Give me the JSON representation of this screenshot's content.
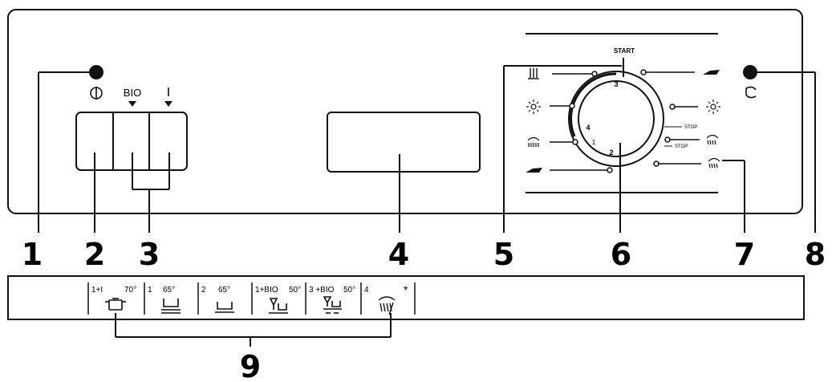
{
  "panel": {
    "power_symbol": "⏀",
    "bio_label": "BIO",
    "one_label": "I",
    "start_label": "START",
    "stop_label_1": "STOP",
    "stop_label_2": "STOP",
    "dial_marks": [
      "3",
      "4",
      "1",
      "2"
    ]
  },
  "callouts": [
    "1",
    "2",
    "3",
    "4",
    "5",
    "6",
    "7",
    "8",
    "9"
  ],
  "strip": {
    "programs": [
      {
        "code": "1+I",
        "temp": "70°"
      },
      {
        "code": "1",
        "temp": "65°"
      },
      {
        "code": "2",
        "temp": "65°"
      },
      {
        "code": "1+BIO",
        "temp": "50°"
      },
      {
        "code": "3 +BIO",
        "temp": "50°"
      },
      {
        "code": "4",
        "temp": ""
      }
    ],
    "star": "*"
  },
  "colors": {
    "ink": "#111111",
    "background": "#ffffff"
  },
  "icons": [
    "power-icon",
    "arrow-down-icon",
    "pot-icon",
    "dish-icon",
    "glass-icon",
    "shower-icon",
    "sun-icon",
    "iron-icon",
    "tumble-icon"
  ]
}
